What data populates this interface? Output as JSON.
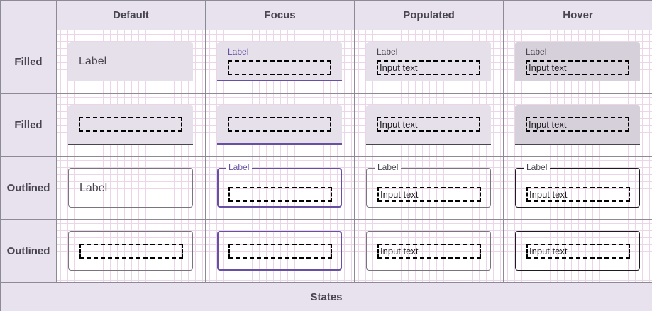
{
  "columns": [
    "Default",
    "Focus",
    "Populated",
    "Hover"
  ],
  "rows": [
    "Filled",
    "Filled",
    "Outlined",
    "Outlined"
  ],
  "footer": "States",
  "field": {
    "label": "Label",
    "input_text": "Input text"
  },
  "colors": {
    "header_bg": "#e8e1ee",
    "filled_bg": "#e6e0ea",
    "hover_bg": "#d6d0da",
    "focus": "#6750a4",
    "outline": "#79747e",
    "grid": "#ead6e8"
  }
}
